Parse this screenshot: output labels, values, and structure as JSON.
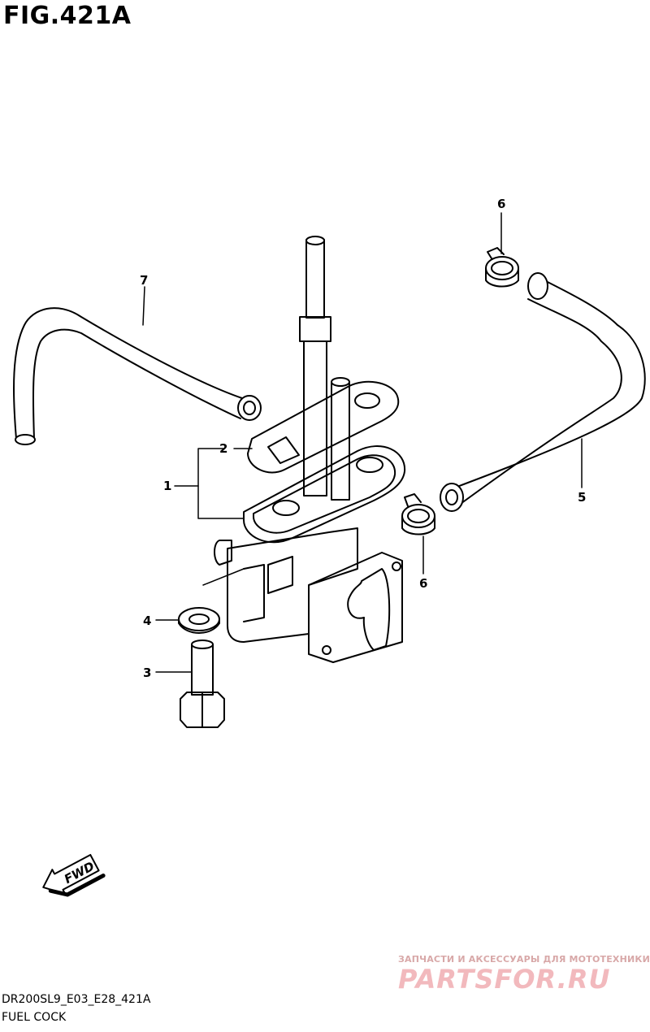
{
  "figure": {
    "title": "FIG.421A",
    "code": "DR200SL9_E03_E28_421A",
    "caption": "FUEL COCK"
  },
  "callouts": [
    {
      "id": "1",
      "label": "1"
    },
    {
      "id": "2",
      "label": "2"
    },
    {
      "id": "3",
      "label": "3"
    },
    {
      "id": "4",
      "label": "4"
    },
    {
      "id": "5",
      "label": "5"
    },
    {
      "id": "6a",
      "label": "6"
    },
    {
      "id": "6b",
      "label": "6"
    },
    {
      "id": "7",
      "label": "7"
    }
  ],
  "fwd_arrow": {
    "label": "FWD"
  },
  "watermark": {
    "tagline": "ЗАПЧАСТИ И АКСЕССУАРЫ ДЛЯ МОТОТЕХНИКИ",
    "logo": "PARTSFOR.RU"
  }
}
